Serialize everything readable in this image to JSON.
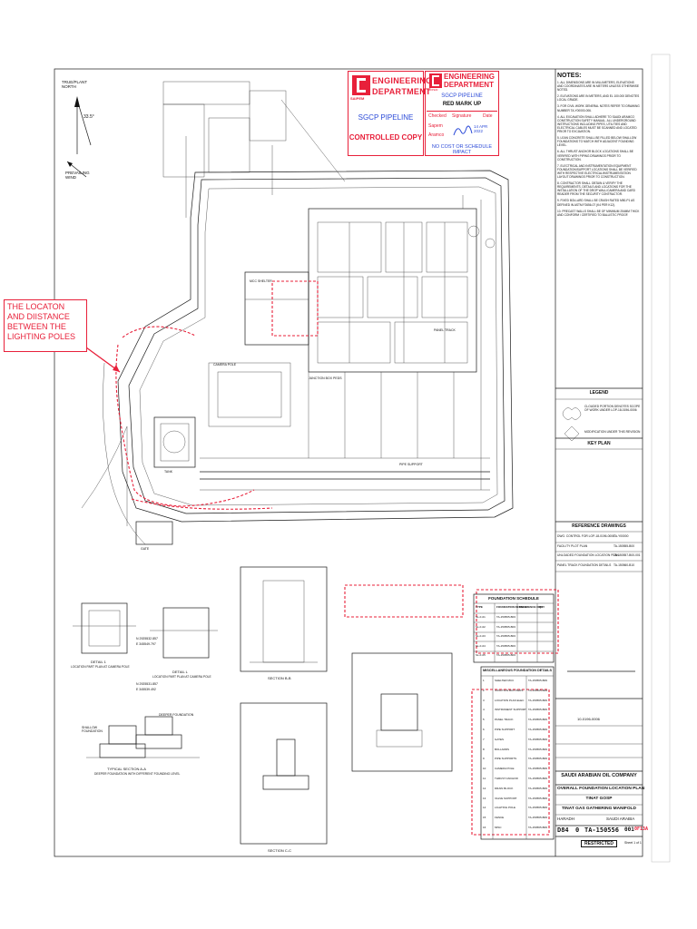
{
  "stamp_left": {
    "company": "SAIPEM",
    "line1": "ENGINEERING",
    "line2": "DEPARTMENT",
    "project": "SGCP PIPELINE",
    "copy_status": "CONTROLLED COPY"
  },
  "stamp_right": {
    "company": "SAIPEM",
    "line1": "ENGINEERING",
    "line2": "DEPARTMENT",
    "project": "SGCP PIPELINE",
    "markup": "RED MARK UP",
    "col_checked": "Checked",
    "col_signature": "Signature",
    "col_date": "Date",
    "row1": "Sapem",
    "row2": "Aramco",
    "date": "14 APR 2022",
    "impact": "NO COST OR SCHEDULE IMPACT"
  },
  "callout": {
    "text": "THE LOCATON AND DIISTANCE BETWEEN THE LIGHTING POLES"
  },
  "north": {
    "true_north": "TRUE/PLANT NORTH",
    "angle": "33.5°",
    "prevailing": "PREVAILING WIND"
  },
  "notes": {
    "title": "NOTES:",
    "items": [
      "1. ALL DIMENSIONS ARE IN MILLIMETERS, ELEVATIONS AND COORDINATES ARE IN METERS UNLESS OTHERWISE NOTED.",
      "2. ELEVATIONS ARE IN METERS, AND EL 100.000 DENOTES LOCAL GRADE.",
      "3. FOR CIVIL WORK GENERAL NOTES REFER TO DRAWING NUMBER TA-Y00000-006.",
      "4. ALL EXCAVATION SHALL ADHERE TO SAUDI ARAMCO CONSTRUCTION SAFETY MANUAL. ALL UNDERGROUND INSTRUCTIONS INCLUDING PIPES, UTILITIES AND ELECTRICAL CABLES MUST BE SCANNED AND LOCATED PRIOR TO EXCAVATION.",
      "5. LEAN CONCRETE SHALL BE FILLED BELOW SHALLOW FOUNDATIONS TO MATCH WITH ADJACENT FOUNDING LEVEL.",
      "6. ALL THRUST ANCHOR BLOCK LOCATIONS SHALL BE VERIFIED WITH PIPING DRAWINGS PRIOR TO CONSTRUCTION.",
      "7. ELECTRICAL AND INSTRUMENTATION EQUIPMENT FOUNDATION/SUPPORT LOCATIONS SHALL BE VERIFIED WITH RESPECTIVE ELECTRICAL/INSTRUMENTATION LAYOUT DRAWINGS PRIOR TO CONSTRUCTION.",
      "8. CONTRACTOR SHALL OBTAIN & VERIFY THE REQUIREMENTS, DETAILS AND LOCATIONS FOR THE INSTALLATION OF THE DROP WALL/CAMERA AND CARD READER FROM THE SECURITY CONTRACTOR.",
      "9. FIXED BOLLARD SHALL BE CRASH RATED M50-P1 AS DEFINED IN ASTM F2656-07 (K4 PER K12).",
      "10. PRECAST WALLS SHALL BE OF MINIMUM 254MM THICK AND CONFORM / CERTIFIED TO BALLISTIC PROOF."
    ]
  },
  "legend": {
    "title": "LEGEND",
    "item1": "CLOUDED PORTION DENOTES SCOPE OF WORK UNDER LOP-18-0196-0006",
    "item2": "MODIFICATION UNDER THIS REVISION"
  },
  "keyplan": {
    "title": "KEY PLAN"
  },
  "refdrawings": {
    "title": "REFERENCE DRAWINGS",
    "rows": [
      [
        "DWG. CONTROL FOR LOP-18-0196-0006",
        "TA-Y00000"
      ],
      [
        "FACILITY PLOT PLAN",
        "TA-150555-B00"
      ],
      [
        "UNLOADED FOUNDATION LOCATION PLAN",
        "TA-150557-B00-001"
      ],
      [
        "PANEL TRACK FOUNDATION DETAILS",
        "TA-150560-B10"
      ]
    ]
  },
  "foundation_schedule": {
    "title": "FOUNDATION SCHEDULE",
    "headers": [
      "TYPE",
      "FOUNDATION DETAILS",
      "REFERENCE DRG.",
      "QTY"
    ],
    "rows": [
      [
        "SL-F-01",
        "TA-150565-B03",
        "",
        ""
      ],
      [
        "SL-F-02",
        "TA-150565-B03",
        "",
        ""
      ],
      [
        "SL-F-03",
        "TA-150565-B03",
        "",
        ""
      ],
      [
        "SL-F-04",
        "TA-150565-B03",
        "",
        ""
      ],
      [
        "SL-F-05",
        "TA-150565-B03",
        "",
        ""
      ]
    ]
  },
  "misc_schedule": {
    "title": "MISCELLANEOUS FOUNDATION DETAILS",
    "headers": [
      "SR.",
      "DESCRIPTION",
      "REF. DWG",
      "REFERENCE DWG."
    ],
    "rows": [
      [
        "1",
        "SHELTER MCC",
        "",
        "TA-150565-B09"
      ],
      [
        "2",
        "JUNCTION BOX PEDS",
        "",
        "TA-150565-B09"
      ],
      [
        "3",
        "LOCATION PLAN ELEC",
        "",
        "TA-150565-B09"
      ],
      [
        "4",
        "INSTRUMENT SUPPORT",
        "",
        "TA-150565-B09"
      ],
      [
        "5",
        "PANEL TRACK",
        "",
        "TA-150565-B09"
      ],
      [
        "6",
        "PIPE SUPPORT",
        "",
        "TA-150565-B09"
      ],
      [
        "7",
        "GATES",
        "",
        "TA-150565-B09"
      ],
      [
        "8",
        "BOLLARDS",
        "",
        "TA-150565-B09"
      ],
      [
        "9",
        "PIPE SUPPORTS",
        "",
        "TA-150565-B09"
      ],
      [
        "10",
        "CAMERA POLE",
        "",
        "TA-150565-B09"
      ],
      [
        "11",
        "THRUST ANCHOR",
        "",
        "TA-150565-B09"
      ],
      [
        "12",
        "DRAIN BLOCK",
        "",
        "TA-150565-B09"
      ],
      [
        "13",
        "VALVE SUPPORT",
        "",
        "TA-150565-B09"
      ],
      [
        "14",
        "LIGHTING POLE",
        "",
        "TA-150565-B09"
      ],
      [
        "15",
        "FENCE",
        "",
        "TA-150565-B09"
      ],
      [
        "16",
        "MISC",
        "",
        "TA-150565-B09"
      ]
    ]
  },
  "titleblock": {
    "company": "SAUDI ARABIAN OIL COMPANY",
    "title1": "OVERALL FOUNDATION LOCATION PLAN",
    "title2": "TINAT GOSP",
    "title3": "TINAT GAS GATHERING MANIFOLD",
    "location": "HARADH",
    "country": "SAUDI ARABIA",
    "dwg_prefix": "D84",
    "rev0": "0",
    "dwg_no": "TA-150556",
    "sheet": "001",
    "rev": "0F13A",
    "restricted": "RESTRICTED",
    "lop": "10-0196-0006",
    "sheet_note": "Sheet 1 of 1"
  },
  "details": {
    "detail1": "DETAIL 1",
    "detail1_sub": "LOCATION PART PLAN AT CAMERA POLE",
    "detail_l": "DETAIL L",
    "detail_l_sub": "LOCATION PART PLAN AT CAMERA POLE",
    "section_aa": "TYPICAL SECTION A-A",
    "section_aa_sub": "DEEPER FOUNDATION WITH DIFFERENT FOUNDING LEVEL",
    "section_bb": "SECTION B-B",
    "section_cc": "SECTION C-C",
    "deeper": "DEEPER FOUNDATION",
    "shallow": "SHALLOW FOUNDATION",
    "coord1": "N 2925532.857",
    "coord2": "E 345549.797",
    "coord3": "N 2925531.857",
    "coord4": "E 345539.492"
  },
  "plan_labels": {
    "mcc": "MCC SHELTER",
    "jb": "JUNCTION BOX PEDS",
    "pipe": "PIPE SUPPORT",
    "tank": "TANK",
    "camera": "CAMERA POLE",
    "panel": "PANEL TRACK",
    "gate": "GATE"
  }
}
